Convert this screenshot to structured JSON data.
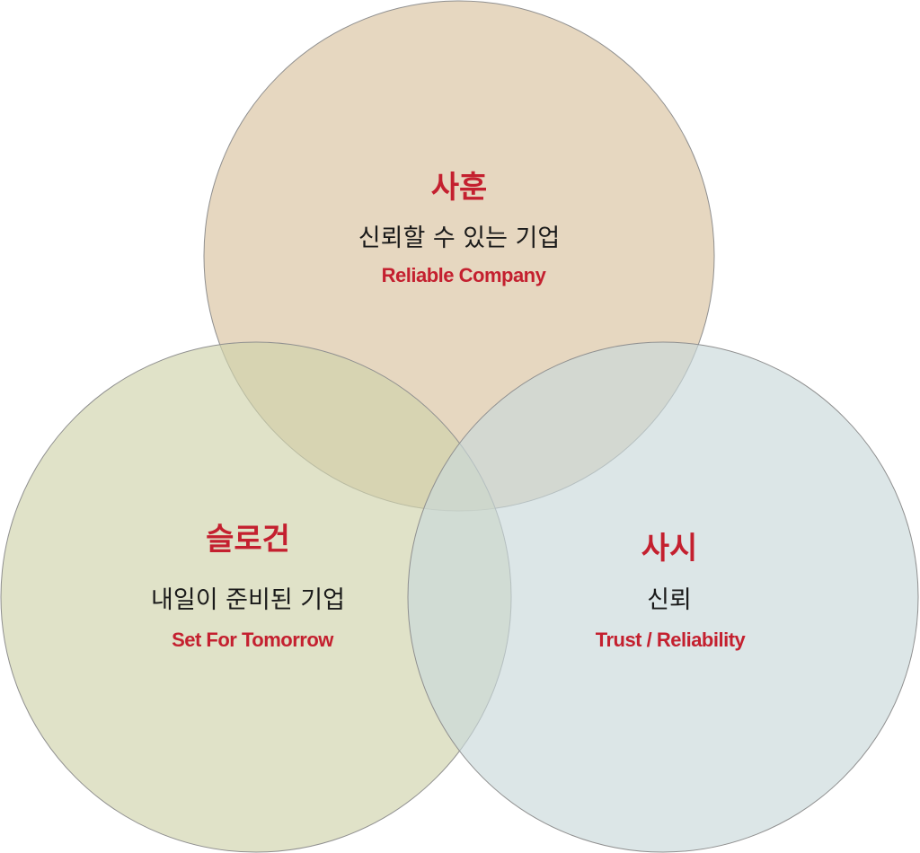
{
  "colors": {
    "accent": "#c4202f",
    "text": "#1a1a1a",
    "top_fill": "#d8c29e",
    "left_fill": "#cfd3aa",
    "right_fill": "#cad9da"
  },
  "circles": {
    "top": {
      "title": "사훈",
      "subtitle": "신뢰할 수 있는 기업",
      "english": "Reliable Company"
    },
    "left": {
      "title": "슬로건",
      "subtitle": "내일이 준비된 기업",
      "english": "Set For Tomorrow"
    },
    "right": {
      "title": "사시",
      "subtitle": "신뢰",
      "english": "Trust / Reliability"
    }
  }
}
